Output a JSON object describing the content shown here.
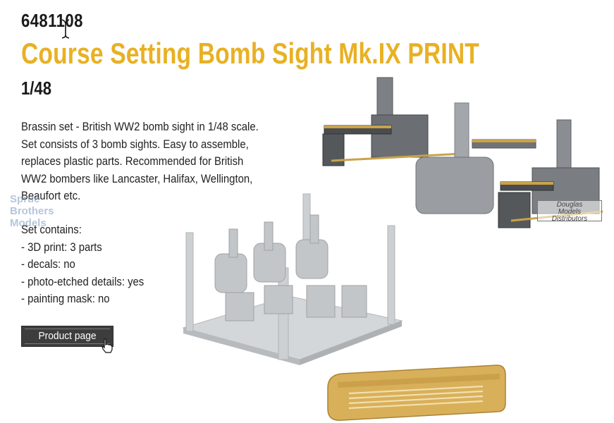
{
  "product": {
    "code": "6481108",
    "title": "Course Setting Bomb Sight Mk.IX PRINT",
    "scale": "1/48",
    "description": [
      "Brassin set - British WW2 bomb sight in 1/48 scale.",
      "Set consists of 3 bomb sights. Easy to assemble,",
      "replaces plastic parts. Recommended for British",
      "WW2 bombers like Lancaster, Halifax, Wellington,",
      "Beaufort etc."
    ],
    "contents_heading": "Set contains:",
    "contents": [
      "- 3D print: 3 parts",
      "- decals: no",
      "- photo-etched details: yes",
      "- painting mask: no"
    ]
  },
  "button": {
    "label": "Product page"
  },
  "watermarks": {
    "spruebrothers": [
      "Sprue",
      "Brothers",
      "Models"
    ],
    "douglas": [
      "Douglas",
      "Models",
      "Distributors"
    ]
  },
  "colors": {
    "title": "#e8b124",
    "button_bg": "#3d3d3d",
    "print_grey": "#c9ccce",
    "model_grey": "#8f9397",
    "brass": "#d9b05a"
  },
  "icons": {
    "cursor": "hand-pointer-icon",
    "text_cursor": "i-beam-cursor-icon"
  }
}
